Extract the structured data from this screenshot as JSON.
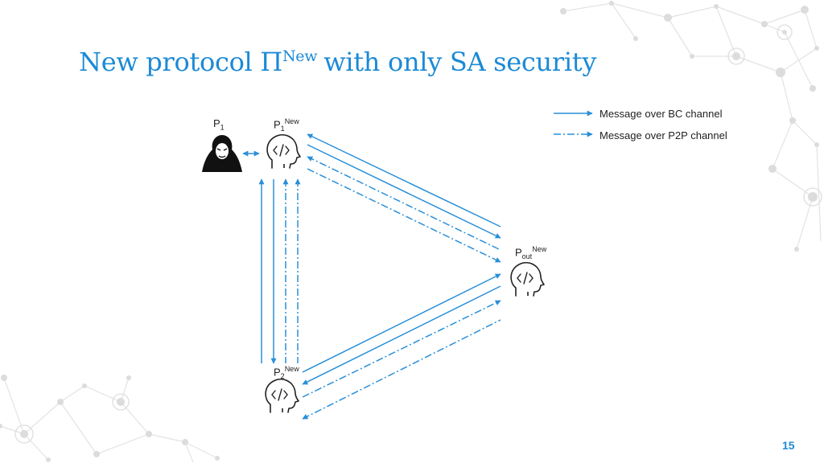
{
  "slide": {
    "title_prefix": "New protocol Π",
    "title_sup": "New",
    "title_suffix": "with only SA security",
    "page_number": "15"
  },
  "legend": {
    "bc": "Message over BC channel",
    "p2p": "Message over P2P channel"
  },
  "parties": {
    "p1": {
      "base": "P",
      "sub": "1"
    },
    "p1new": {
      "base": "P",
      "sub": "1",
      "sup": "New"
    },
    "poutnew": {
      "base": "P",
      "sub": "out",
      "sup": "New"
    },
    "p2new": {
      "base": "P",
      "sub": "2",
      "sup": "New"
    }
  },
  "icons": {
    "adversary": "hacker-icon",
    "party": "head-code-icon"
  },
  "colors": {
    "accent": "#1c8ad6",
    "arrow": "#2a8fd8",
    "decor": "#d9d9d9"
  }
}
